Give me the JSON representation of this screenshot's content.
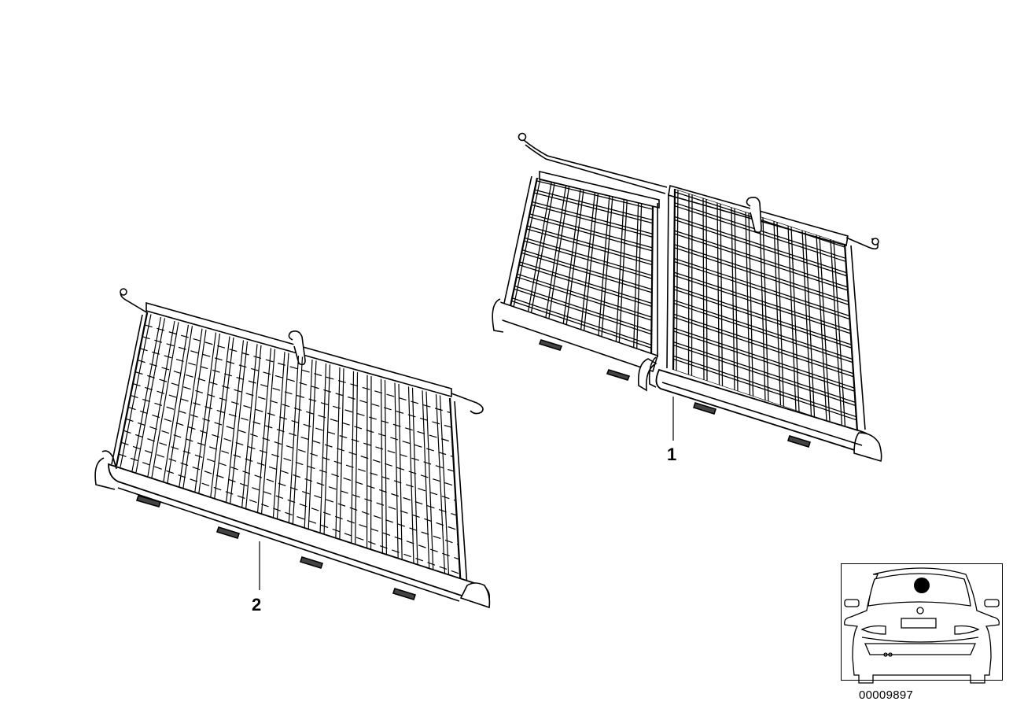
{
  "diagram": {
    "callouts": [
      {
        "label": "1"
      },
      {
        "label": "2"
      }
    ],
    "image_id": "00009897",
    "icons": {
      "thumbnail": "car-rear-view-icon",
      "location_marker": "location-dot-icon"
    }
  }
}
